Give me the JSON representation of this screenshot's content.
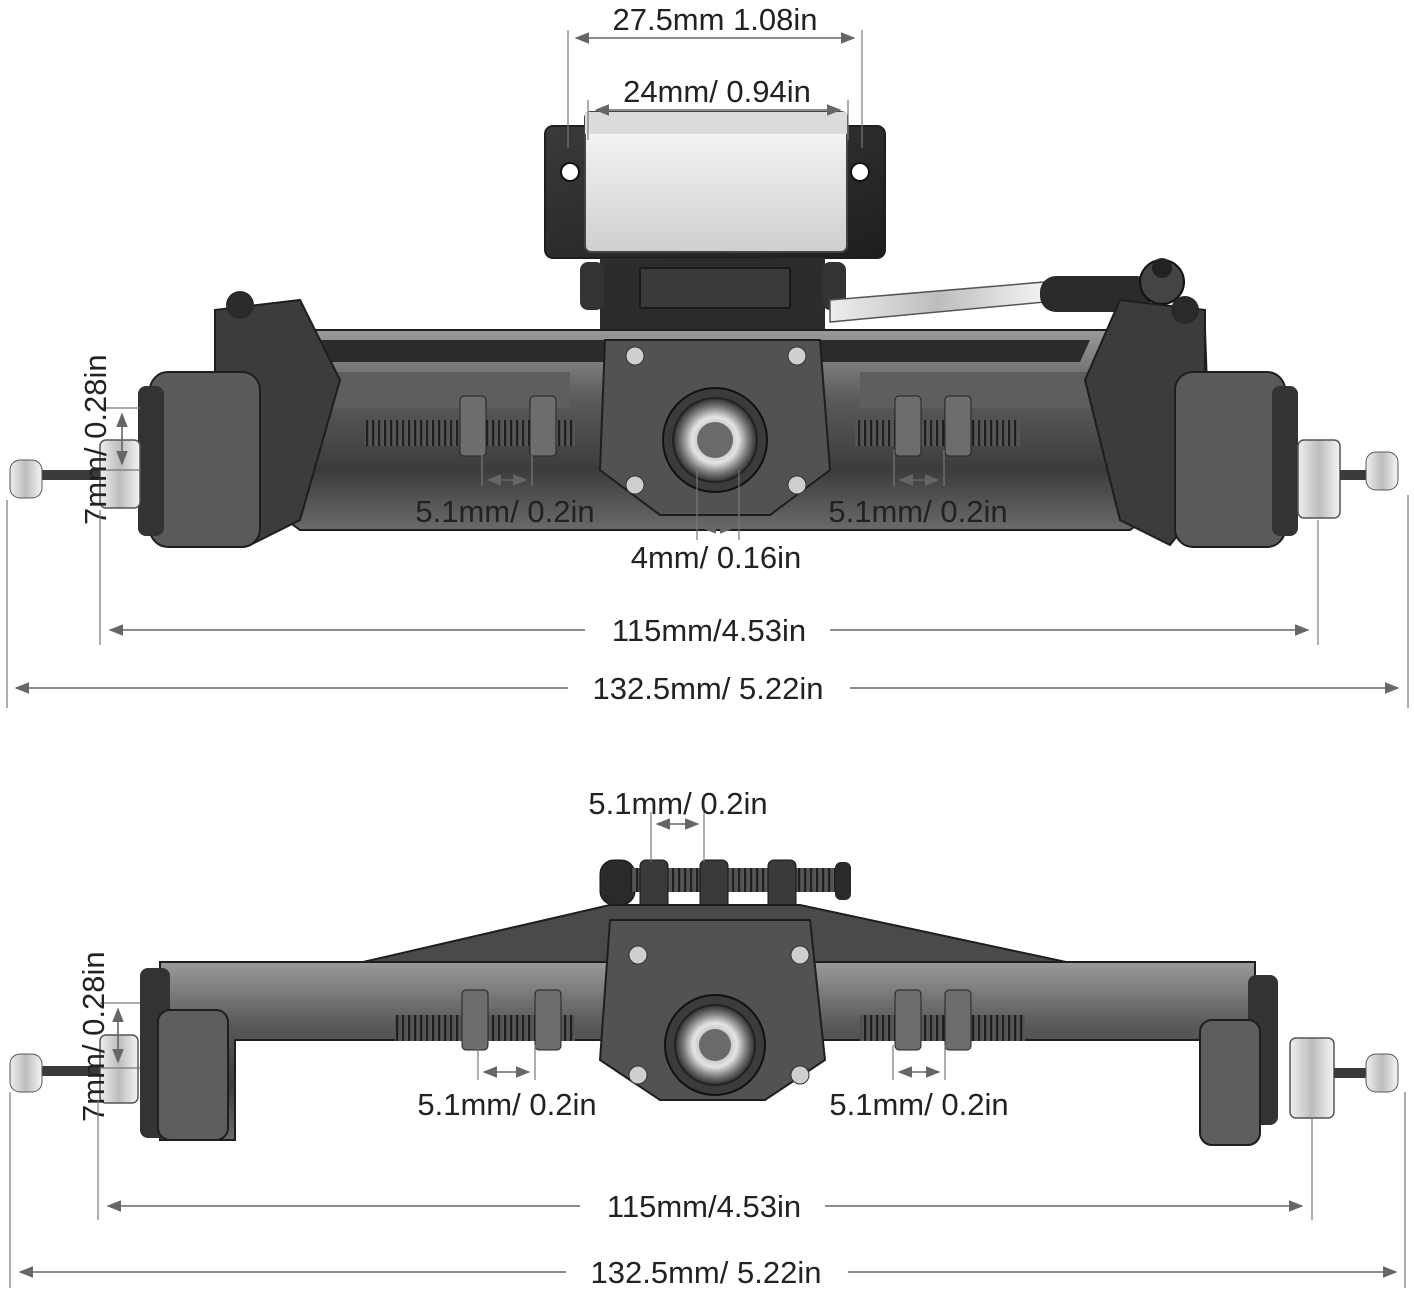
{
  "colors": {
    "background": "#ffffff",
    "metal_dark": "#3c3c3c",
    "metal_mid": "#6e6e6e",
    "metal_light": "#c8c8c8",
    "dimension_line": "#666666",
    "text": "#222222"
  },
  "front_axle": {
    "dim_servo_outer": "27.5mm 1.08in",
    "dim_servo_inner": "24mm/ 0.94in",
    "dim_hub_hex": "7mm/ 0.28in",
    "dim_link_mount_left": "5.1mm/ 0.2in",
    "dim_link_mount_right": "5.1mm/ 0.2in",
    "dim_pinion": "4mm/ 0.16in",
    "dim_hub_width": "115mm/4.53in",
    "dim_total_width": "132.5mm/ 5.22in"
  },
  "rear_axle": {
    "dim_top_mount": "5.1mm/ 0.2in",
    "dim_hub_hex": "7mm/ 0.28in",
    "dim_link_mount_left": "5.1mm/ 0.2in",
    "dim_link_mount_right": "5.1mm/ 0.2in",
    "dim_hub_width": "115mm/4.53in",
    "dim_total_width": "132.5mm/ 5.22in"
  }
}
